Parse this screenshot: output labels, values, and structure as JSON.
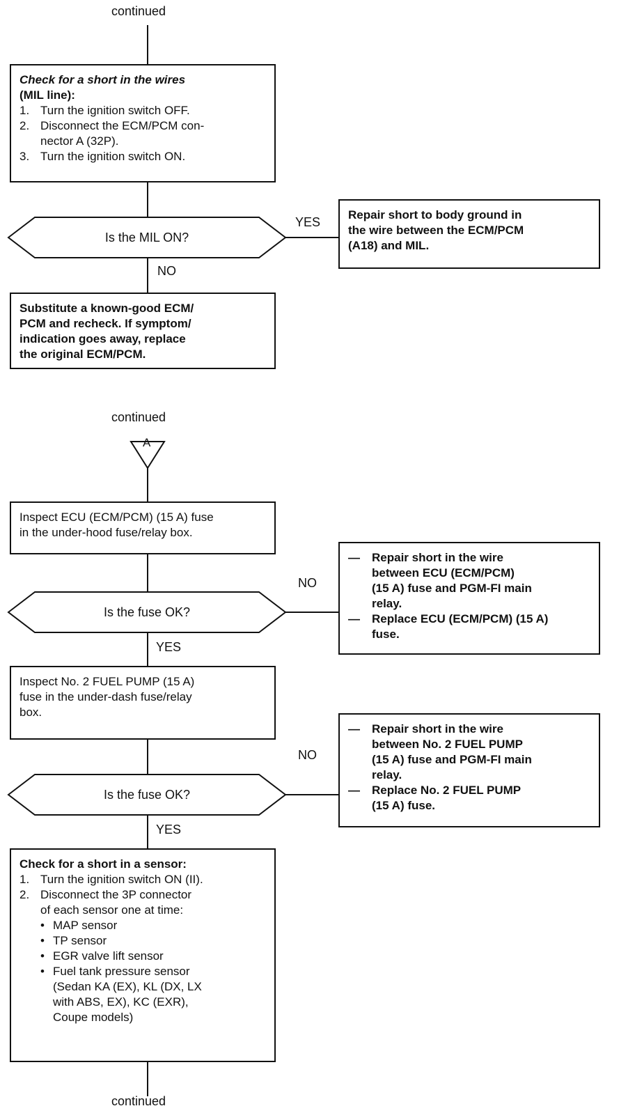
{
  "section1": {
    "top_label": "continued",
    "check_box": {
      "title": "Check for a short in the wires",
      "subtitle": "(MIL line):",
      "steps": [
        {
          "num": "1.",
          "text": "Turn the ignition switch OFF."
        },
        {
          "num": "2.",
          "text": "Disconnect the ECM/PCM con-"
        },
        {
          "num": "",
          "text": "nector A (32P)."
        },
        {
          "num": "3.",
          "text": "Turn the ignition switch ON."
        }
      ]
    },
    "decision": "Is the MIL ON?",
    "yes_label": "YES",
    "no_label": "NO",
    "yes_box": [
      "Repair short to body ground in",
      "the wire between the ECM/PCM",
      "(A18) and MIL."
    ],
    "result_box": [
      "Substitute a known-good ECM/",
      "PCM and recheck. If symptom/",
      "indication goes away, replace",
      "the original ECM/PCM."
    ]
  },
  "section2": {
    "top_label": "continued",
    "connector_letter": "A",
    "inspect1": [
      "Inspect ECU (ECM/PCM) (15 A) fuse",
      "in the under-hood fuse/relay box."
    ],
    "decision1": "Is the fuse OK?",
    "no_label1": "NO",
    "yes_label1": "YES",
    "no_box1": {
      "items": [
        {
          "mark": "—",
          "lines": [
            "Repair short in the wire",
            "between ECU (ECM/PCM)",
            "(15 A) fuse and PGM-FI main",
            "relay."
          ]
        },
        {
          "mark": "—",
          "lines": [
            "Replace ECU (ECM/PCM) (15 A)",
            "fuse."
          ]
        }
      ]
    },
    "inspect2": [
      "Inspect No. 2 FUEL PUMP (15 A)",
      "fuse in the under-dash fuse/relay",
      "box."
    ],
    "decision2": "Is the fuse OK?",
    "no_label2": "NO",
    "yes_label2": "YES",
    "no_box2": {
      "items": [
        {
          "mark": "—",
          "lines": [
            "Repair short in the wire",
            "between No. 2 FUEL PUMP",
            "(15 A) fuse and PGM-FI main",
            "relay."
          ]
        },
        {
          "mark": "—",
          "lines": [
            "Replace No. 2 FUEL PUMP",
            "(15 A) fuse."
          ]
        }
      ]
    },
    "sensor_box": {
      "title": "Check for a short in a sensor:",
      "steps": [
        {
          "num": "1.",
          "text": "Turn the ignition switch ON (II)."
        },
        {
          "num": "2.",
          "text": "Disconnect the 3P connector"
        },
        {
          "num": "",
          "text": "of each sensor one at time:"
        }
      ],
      "bullets": [
        [
          "MAP sensor"
        ],
        [
          "TP sensor"
        ],
        [
          "EGR valve lift sensor"
        ],
        [
          "Fuel tank pressure sensor",
          "(Sedan KA (EX), KL (DX, LX",
          "with ABS, EX), KC (EXR),",
          "Coupe models)"
        ]
      ]
    },
    "bottom_label": "continued"
  }
}
